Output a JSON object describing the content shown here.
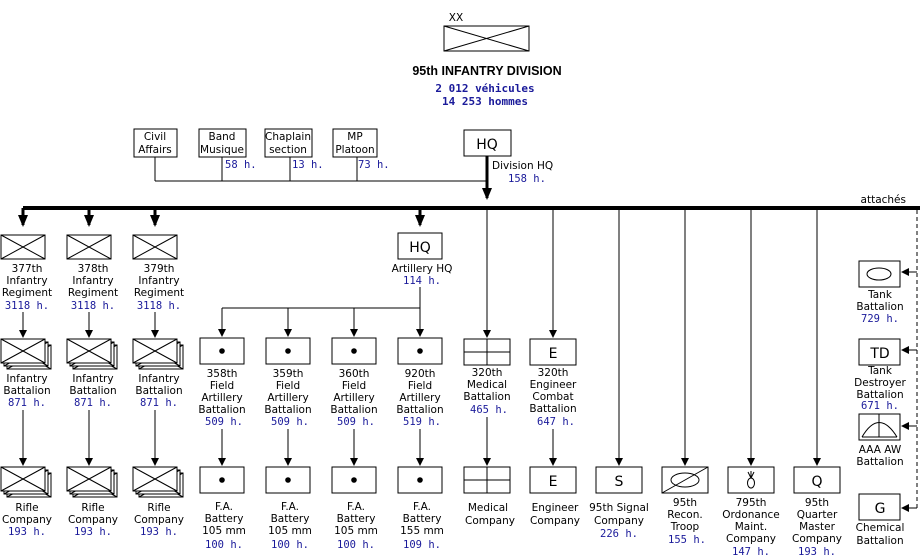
{
  "division": {
    "title": "95th INFANTRY DIVISION",
    "vehicles": "2 012 véhicules",
    "men": "14 253 hommes",
    "echelon": "XX"
  },
  "hq": {
    "symbol": "HQ",
    "label": "Division HQ",
    "strength": "158 h."
  },
  "attached_label": "attachés",
  "support_units": [
    {
      "lines": [
        "Civil",
        "Affairs"
      ],
      "strength": ""
    },
    {
      "lines": [
        "Band",
        "Musique"
      ],
      "strength": "58 h."
    },
    {
      "lines": [
        "Chaplain",
        "section"
      ],
      "strength": "13 h."
    },
    {
      "lines": [
        "MP",
        "Platoon"
      ],
      "strength": "73 h."
    }
  ],
  "regiments": [
    {
      "lines": [
        "377th",
        "Infantry",
        "Regiment"
      ],
      "strength": "3118 h.",
      "battalion": {
        "lines": [
          "Infantry",
          "Battalion"
        ],
        "strength": "871 h."
      },
      "company": {
        "lines": [
          "Rifle",
          "Company"
        ],
        "strength": "193 h."
      }
    },
    {
      "lines": [
        "378th",
        "Infantry",
        "Regiment"
      ],
      "strength": "3118 h.",
      "battalion": {
        "lines": [
          "Infantry",
          "Battalion"
        ],
        "strength": "871 h."
      },
      "company": {
        "lines": [
          "Rifle",
          "Company"
        ],
        "strength": "193 h."
      }
    },
    {
      "lines": [
        "379th",
        "Infantry",
        "Regiment"
      ],
      "strength": "3118 h.",
      "battalion": {
        "lines": [
          "Infantry",
          "Battalion"
        ],
        "strength": "871 h."
      },
      "company": {
        "lines": [
          "Rifle",
          "Company"
        ],
        "strength": "193 h."
      }
    }
  ],
  "artillery_hq": {
    "symbol": "HQ",
    "lines": [
      "Artillery HQ"
    ],
    "strength": "114 h."
  },
  "artillery": [
    {
      "lines": [
        "358th",
        "Field",
        "Artillery",
        "Battalion"
      ],
      "strength": "509 h.",
      "battery": {
        "lines": [
          "F.A.",
          "Battery",
          "105 mm"
        ],
        "strength": "100 h."
      }
    },
    {
      "lines": [
        "359th",
        "Field",
        "Artillery",
        "Battalion"
      ],
      "strength": "509 h.",
      "battery": {
        "lines": [
          "F.A.",
          "Battery",
          "105 mm"
        ],
        "strength": "100 h."
      }
    },
    {
      "lines": [
        "360th",
        "Field",
        "Artillery",
        "Battalion"
      ],
      "strength": "509 h.",
      "battery": {
        "lines": [
          "F.A.",
          "Battery",
          "105 mm"
        ],
        "strength": "100 h."
      }
    },
    {
      "lines": [
        "920th",
        "Field",
        "Artillery",
        "Battalion"
      ],
      "strength": "519 h.",
      "battery": {
        "lines": [
          "F.A.",
          "Battery",
          "155 mm"
        ],
        "strength": "109 h."
      }
    }
  ],
  "medical": {
    "lines": [
      "320th",
      "Medical",
      "Battalion"
    ],
    "strength": "465 h.",
    "company": {
      "lines": [
        "Medical",
        "Company"
      ],
      "strength": ""
    }
  },
  "engineer": {
    "symbol": "E",
    "lines": [
      "320th",
      "Engineer",
      "Combat",
      "Battalion"
    ],
    "strength": "647 h.",
    "company": {
      "symbol": "E",
      "lines": [
        "Engineer",
        "Company"
      ],
      "strength": ""
    }
  },
  "bottom_units": [
    {
      "symbol": "S",
      "lines": [
        "95th Signal",
        "Company"
      ],
      "strength": "226 h."
    },
    {
      "symbol": "",
      "lines": [
        "95th",
        "Recon.",
        "Troop"
      ],
      "strength": "155 h."
    },
    {
      "symbol": "",
      "lines": [
        "795th",
        "Ordonance",
        "Maint.",
        "Company"
      ],
      "strength": "147 h."
    },
    {
      "symbol": "Q",
      "lines": [
        "95th",
        "Quarter",
        "Master",
        "Company"
      ],
      "strength": "193 h."
    }
  ],
  "attached_units": [
    {
      "symbol": "",
      "lines": [
        "Tank",
        "Battalion"
      ],
      "strength": "729 h."
    },
    {
      "symbol": "TD",
      "lines": [
        "Tank",
        "Destroyer",
        "Battalion"
      ],
      "strength": "671 h."
    },
    {
      "symbol": "",
      "lines": [
        "AAA  AW",
        "Battalion"
      ],
      "strength": ""
    },
    {
      "symbol": "G",
      "lines": [
        "Chemical",
        "Battalion"
      ],
      "strength": ""
    }
  ]
}
